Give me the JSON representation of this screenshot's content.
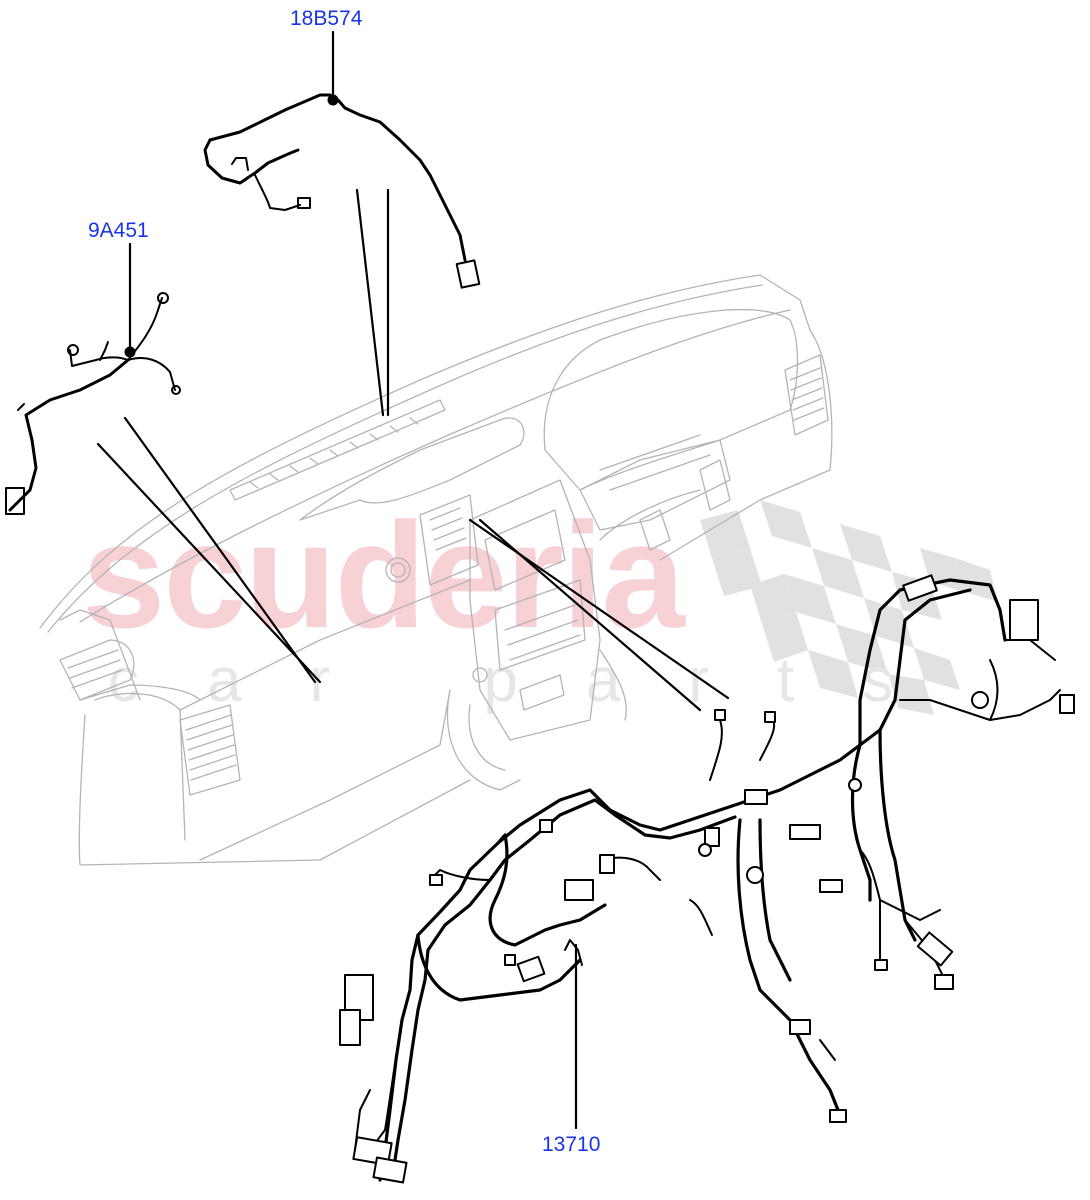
{
  "diagram": {
    "type": "exploded-parts-diagram",
    "subject": "Instrument panel wiring harnesses",
    "colors": {
      "background": "#ffffff",
      "callout_text": "#1a34e8",
      "leader_line": "#000000",
      "harness_line": "#000000",
      "dashboard_outline": "#b4b4b4",
      "watermark_primary": "#f7c9cd",
      "watermark_secondary": "#e6e6e6",
      "checker_flag": "#dcdcdc"
    },
    "callouts": [
      {
        "id": "callout-1",
        "part_number": "18B574",
        "component": "upper-harness"
      },
      {
        "id": "callout-2",
        "part_number": "9A451",
        "component": "left-harness"
      },
      {
        "id": "callout-3",
        "part_number": "13710",
        "component": "main-harness"
      }
    ],
    "watermark": {
      "brand": "scuderia",
      "tagline": "car parts"
    }
  }
}
